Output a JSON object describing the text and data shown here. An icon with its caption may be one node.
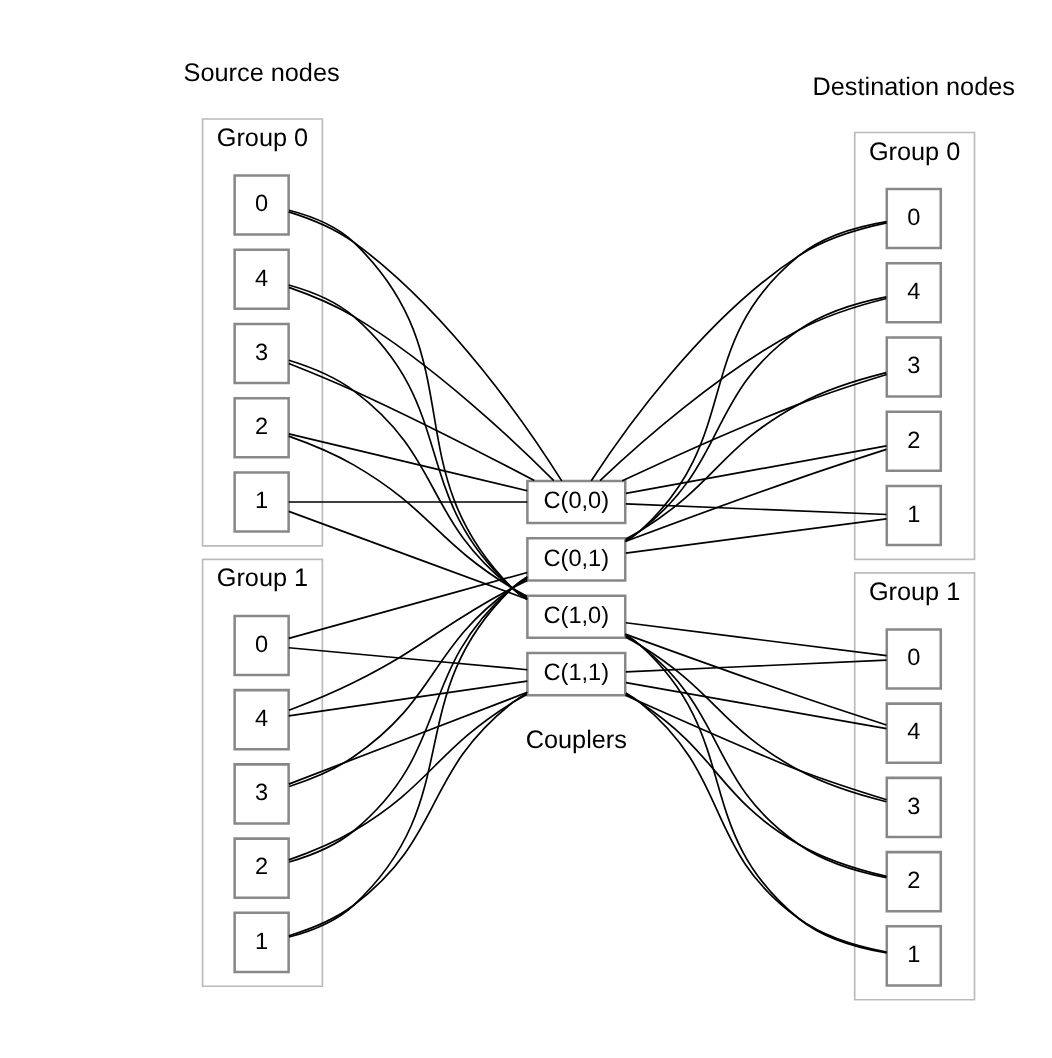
{
  "diagram": {
    "nodes": [
      {
        "text": [
          "Group 0"
        ]
      },
      {
        "text": [
          "0"
        ],
        "in": 0
      },
      {
        "text": [
          "1"
        ],
        "in": 0
      },
      {
        "text": [
          "2"
        ],
        "in": 0
      },
      {
        "text": [
          "3"
        ],
        "in": 0
      },
      {
        "text": [
          "4"
        ],
        "in": 0
      },
      {
        "text": [
          "C(0,0)"
        ]
      },
      {
        "text": [
          "C(0,1)"
        ]
      },
      {
        "text": [
          "Group 0"
        ]
      },
      {
        "text": [
          "0"
        ],
        "in": 8
      },
      {
        "text": [
          "1"
        ],
        "in": 8
      },
      {
        "text": [
          "2"
        ],
        "in": 8
      },
      {
        "text": [
          "3"
        ],
        "in": 8
      },
      {
        "text": [
          "4"
        ],
        "in": 8
      },
      {
        "text": [
          "Group 1"
        ]
      },
      {
        "text": [
          "0"
        ],
        "in": 14
      },
      {
        "text": [
          "1"
        ],
        "in": 14
      },
      {
        "text": [
          "2"
        ],
        "in": 14
      },
      {
        "text": [
          "3"
        ],
        "in": 14
      },
      {
        "text": [
          "4"
        ],
        "in": 14
      },
      {
        "text": [
          "C(1,0)"
        ]
      },
      {
        "text": [
          "C(1,1)"
        ]
      },
      {
        "text": [
          "Group 1"
        ]
      },
      {
        "text": [
          "0"
        ],
        "in": 22
      },
      {
        "text": [
          "1"
        ],
        "in": 22
      },
      {
        "text": [
          "2"
        ],
        "in": 22
      },
      {
        "text": [
          "3"
        ],
        "in": 22
      },
      {
        "text": [
          "4"
        ],
        "in": 22
      }
    ],
    "edges": [
      {
        "from": 1,
        "to": 6,
        "arrow": "none"
      },
      {
        "from": 1,
        "to": 20,
        "arrow": "none"
      },
      {
        "from": 2,
        "to": 6,
        "arrow": "none"
      },
      {
        "from": 2,
        "to": 20,
        "arrow": "none"
      },
      {
        "from": 3,
        "to": 6,
        "arrow": "none"
      },
      {
        "from": 3,
        "to": 20,
        "arrow": "none"
      },
      {
        "from": 4,
        "to": 6,
        "arrow": "none"
      },
      {
        "from": 4,
        "to": 20,
        "arrow": "none"
      },
      {
        "from": 5,
        "to": 6,
        "arrow": "none"
      },
      {
        "from": 5,
        "to": 20,
        "arrow": "none"
      },
      {
        "from": 15,
        "to": 7,
        "arrow": "none"
      },
      {
        "from": 15,
        "to": 21,
        "arrow": "none"
      },
      {
        "from": 16,
        "to": 7,
        "arrow": "none"
      },
      {
        "from": 16,
        "to": 21,
        "arrow": "none"
      },
      {
        "from": 17,
        "to": 7,
        "arrow": "none"
      },
      {
        "from": 17,
        "to": 21,
        "arrow": "none"
      },
      {
        "from": 18,
        "to": 7,
        "arrow": "none"
      },
      {
        "from": 18,
        "to": 21,
        "arrow": "none"
      },
      {
        "from": 19,
        "to": 7,
        "arrow": "none"
      },
      {
        "from": 19,
        "to": 21,
        "arrow": "none"
      },
      {
        "from": 6,
        "to": 9,
        "arrow": "none"
      },
      {
        "from": 6,
        "to": 10,
        "arrow": "none"
      },
      {
        "from": 6,
        "to": 11,
        "arrow": "none"
      },
      {
        "from": 6,
        "to": 12,
        "arrow": "none"
      },
      {
        "from": 6,
        "to": 13,
        "arrow": "none"
      },
      {
        "from": 7,
        "to": 9,
        "arrow": "none"
      },
      {
        "from": 7,
        "to": 10,
        "arrow": "none"
      },
      {
        "from": 7,
        "to": 11,
        "arrow": "none"
      },
      {
        "from": 7,
        "to": 12,
        "arrow": "none"
      },
      {
        "from": 7,
        "to": 13,
        "arrow": "none"
      },
      {
        "from": 20,
        "to": 23,
        "arrow": "none"
      },
      {
        "from": 20,
        "to": 24,
        "arrow": "none"
      },
      {
        "from": 20,
        "to": 25,
        "arrow": "none"
      },
      {
        "from": 20,
        "to": 26,
        "arrow": "none"
      },
      {
        "from": 20,
        "to": 27,
        "arrow": "none"
      },
      {
        "from": 21,
        "to": 23,
        "arrow": "none"
      },
      {
        "from": 21,
        "to": 24,
        "arrow": "none"
      },
      {
        "from": 21,
        "to": 25,
        "arrow": "none"
      },
      {
        "from": 21,
        "to": 26,
        "arrow": "none"
      },
      {
        "from": 21,
        "to": 27,
        "arrow": "none"
      }
    ],
    "labels": [
      "Source nodes",
      "Couplers",
      "Destination nodes"
    ]
  }
}
